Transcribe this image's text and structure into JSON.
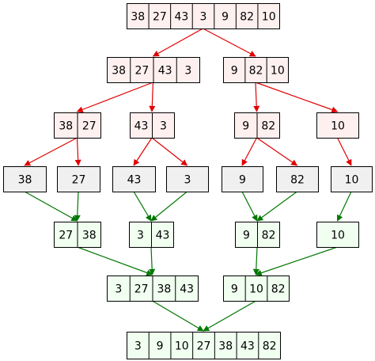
{
  "colors": {
    "split_fill": "#fff0f0",
    "leaf_fill": "#f0f0f0",
    "merge_fill": "#f0fff0",
    "split_edge": "#e00000",
    "merge_edge": "#007700",
    "border": "#000000"
  },
  "nodes": [
    {
      "id": "n0",
      "stage": "split",
      "cells": [
        "38",
        "27",
        "43",
        "3",
        "9",
        "82",
        "10"
      ]
    },
    {
      "id": "n1",
      "stage": "split",
      "cells": [
        "38",
        "27",
        "43",
        "3"
      ]
    },
    {
      "id": "n2",
      "stage": "split",
      "cells": [
        "9",
        "82",
        "10"
      ]
    },
    {
      "id": "n3",
      "stage": "split",
      "cells": [
        "38",
        "27"
      ]
    },
    {
      "id": "n4",
      "stage": "split",
      "cells": [
        "43",
        "3"
      ]
    },
    {
      "id": "n5",
      "stage": "split",
      "cells": [
        "9",
        "82"
      ]
    },
    {
      "id": "n6",
      "stage": "split",
      "cells": [
        "10"
      ]
    },
    {
      "id": "l0",
      "stage": "leaf",
      "cells": [
        "38"
      ]
    },
    {
      "id": "l1",
      "stage": "leaf",
      "cells": [
        "27"
      ]
    },
    {
      "id": "l2",
      "stage": "leaf",
      "cells": [
        "43"
      ]
    },
    {
      "id": "l3",
      "stage": "leaf",
      "cells": [
        "3"
      ]
    },
    {
      "id": "l4",
      "stage": "leaf",
      "cells": [
        "9"
      ]
    },
    {
      "id": "l5",
      "stage": "leaf",
      "cells": [
        "82"
      ]
    },
    {
      "id": "l6",
      "stage": "leaf",
      "cells": [
        "10"
      ]
    },
    {
      "id": "m0",
      "stage": "merge",
      "cells": [
        "27",
        "38"
      ]
    },
    {
      "id": "m1",
      "stage": "merge",
      "cells": [
        "3",
        "43"
      ]
    },
    {
      "id": "m2",
      "stage": "merge",
      "cells": [
        "9",
        "82"
      ]
    },
    {
      "id": "m3",
      "stage": "merge",
      "cells": [
        "10"
      ]
    },
    {
      "id": "m4",
      "stage": "merge",
      "cells": [
        "3",
        "27",
        "38",
        "43"
      ]
    },
    {
      "id": "m5",
      "stage": "merge",
      "cells": [
        "9",
        "10",
        "82"
      ]
    },
    {
      "id": "m6",
      "stage": "merge",
      "cells": [
        "3",
        "9",
        "10",
        "27",
        "38",
        "43",
        "82"
      ]
    }
  ],
  "edges": [
    {
      "from": "n0",
      "to": "n1",
      "kind": "split"
    },
    {
      "from": "n0",
      "to": "n2",
      "kind": "split"
    },
    {
      "from": "n1",
      "to": "n3",
      "kind": "split"
    },
    {
      "from": "n1",
      "to": "n4",
      "kind": "split"
    },
    {
      "from": "n2",
      "to": "n5",
      "kind": "split"
    },
    {
      "from": "n2",
      "to": "n6",
      "kind": "split"
    },
    {
      "from": "n3",
      "to": "l0",
      "kind": "split"
    },
    {
      "from": "n3",
      "to": "l1",
      "kind": "split"
    },
    {
      "from": "n4",
      "to": "l2",
      "kind": "split"
    },
    {
      "from": "n4",
      "to": "l3",
      "kind": "split"
    },
    {
      "from": "n5",
      "to": "l4",
      "kind": "split"
    },
    {
      "from": "n5",
      "to": "l5",
      "kind": "split"
    },
    {
      "from": "n6",
      "to": "l6",
      "kind": "split"
    },
    {
      "from": "l0",
      "to": "m0",
      "kind": "merge"
    },
    {
      "from": "l1",
      "to": "m0",
      "kind": "merge"
    },
    {
      "from": "l2",
      "to": "m1",
      "kind": "merge"
    },
    {
      "from": "l3",
      "to": "m1",
      "kind": "merge"
    },
    {
      "from": "l4",
      "to": "m2",
      "kind": "merge"
    },
    {
      "from": "l5",
      "to": "m2",
      "kind": "merge"
    },
    {
      "from": "l6",
      "to": "m3",
      "kind": "merge"
    },
    {
      "from": "m0",
      "to": "m4",
      "kind": "merge"
    },
    {
      "from": "m1",
      "to": "m4",
      "kind": "merge"
    },
    {
      "from": "m2",
      "to": "m5",
      "kind": "merge"
    },
    {
      "from": "m3",
      "to": "m5",
      "kind": "merge"
    },
    {
      "from": "m4",
      "to": "m6",
      "kind": "merge"
    },
    {
      "from": "m5",
      "to": "m6",
      "kind": "merge"
    }
  ]
}
